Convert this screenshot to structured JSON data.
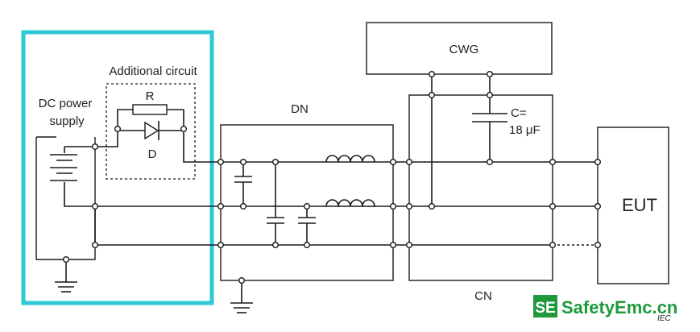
{
  "labels": {
    "cwg": "CWG",
    "dn": "DN",
    "cn": "CN",
    "eut": "EUT",
    "additional_circuit": "Additional circuit",
    "resistor": "R",
    "diode": "D",
    "dc_power_line1": "DC power",
    "dc_power_line2": "supply",
    "capacitor_line1": "C=",
    "capacitor_line2": "18 μF",
    "iec": "IEC"
  },
  "watermark": {
    "badge": "SE",
    "text": "SafetyEmc.cn"
  },
  "colors": {
    "highlight": "#2ec9d6",
    "watermark": "#1e9a3c",
    "line": "#1a1a1a"
  }
}
